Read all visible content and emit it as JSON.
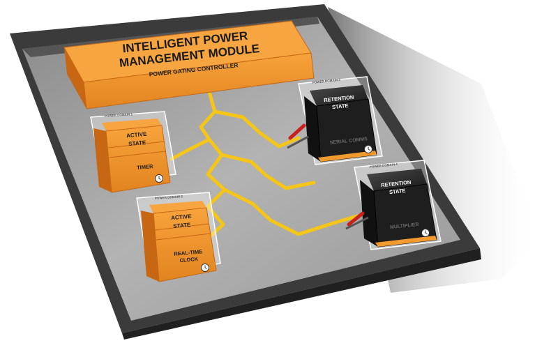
{
  "module": {
    "title_line1": "INTELLIGENT POWER",
    "title_line2": "MANAGEMENT MODULE",
    "subtitle": "POWER GATING CONTROLLER"
  },
  "domains": [
    {
      "header": "POWER DOMAIN 1",
      "state_line1": "ACTIVE",
      "state_line2": "STATE",
      "device": "TIMER",
      "device_line2": "",
      "theme": "active"
    },
    {
      "header": "POWER DOMAIN 2",
      "state_line1": "ACTIVE",
      "state_line2": "STATE",
      "device": "REAL-TIME",
      "device_line2": "CLOCK",
      "theme": "active"
    },
    {
      "header": "POWER DOMAIN 3",
      "state_line1": "RETENTION",
      "state_line2": "STATE",
      "device": "SERIAL COMMS",
      "device_line2": "",
      "theme": "retention"
    },
    {
      "header": "POWER DOMAIN 4",
      "state_line1": "RETENTION",
      "state_line2": "STATE",
      "device": "MULTIPLIER",
      "device_line2": "",
      "theme": "retention"
    }
  ],
  "icons": {
    "domain_indicator": "clock-icon",
    "gate_switch": "lever-switch-icon"
  },
  "colors": {
    "orange": "#f29a2e",
    "orange_dark": "#c76613",
    "trace_yellow": "#f5c518",
    "retention_black": "#1e1e1e",
    "board_gray": "#7d7d7d",
    "board_rim": "#3a3a3a",
    "switch_red": "#c8201d"
  }
}
